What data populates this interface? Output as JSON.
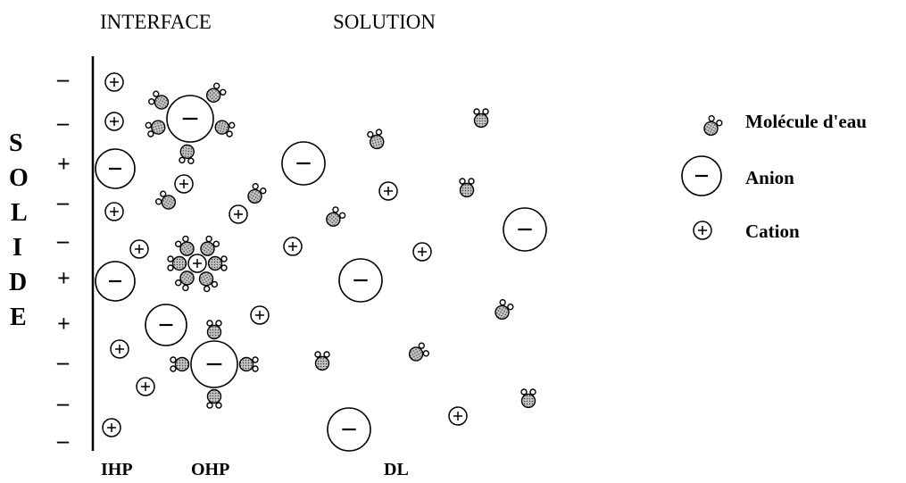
{
  "headers": {
    "interface": "INTERFACE",
    "solution": "SOLUTION"
  },
  "solide_letters": [
    "S",
    "O",
    "L",
    "I",
    "D",
    "E"
  ],
  "surface_signs": [
    "–",
    "–",
    "+",
    "–",
    "–",
    "+",
    "+",
    "–",
    "–",
    "–"
  ],
  "bottom_labels": {
    "ihp": "IHP",
    "ohp": "OHP",
    "dl": "DL"
  },
  "legend": {
    "water": "Molécule d'eau",
    "anion": "Anion",
    "cation": "Cation"
  },
  "symbols": {
    "anion": "–",
    "cation": "+"
  },
  "colors": {
    "ink": "#000000",
    "water_fill": "#b8b8b8"
  }
}
